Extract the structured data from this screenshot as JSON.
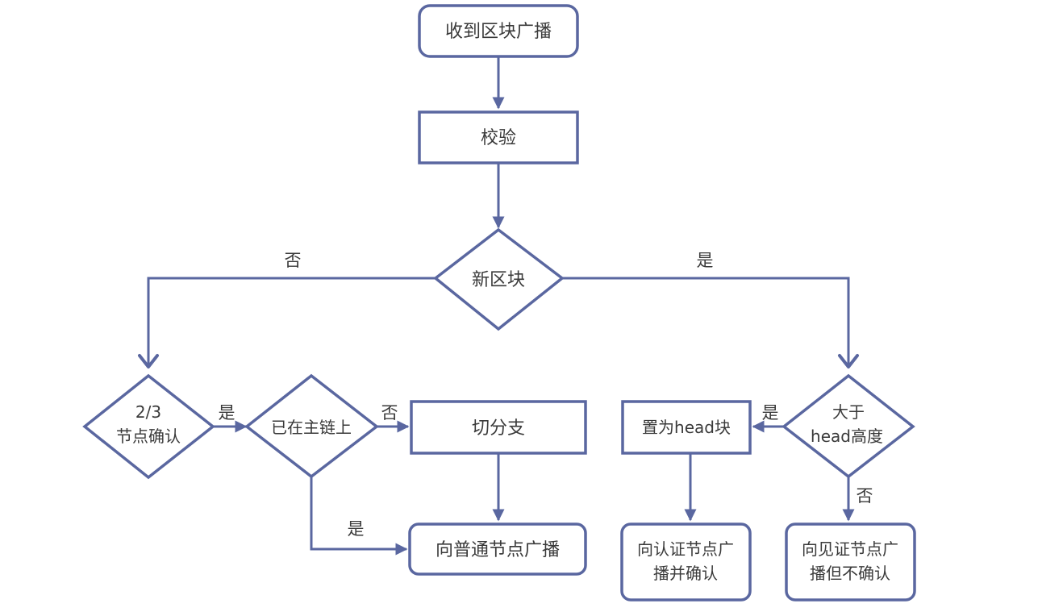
{
  "nodes": {
    "receive": "收到区块广播",
    "verify": "校验",
    "is_new_block": "新区块",
    "two_thirds_line1": "2/3",
    "two_thirds_line2": "节点确认",
    "on_main_chain": "已在主链上",
    "switch_branch": "切分支",
    "broadcast_normal": "向普通节点广播",
    "set_head": "置为head块",
    "gt_head_line1": "大于",
    "gt_head_line2": "head高度",
    "broadcast_cert_line1": "向认证节点广",
    "broadcast_cert_line2": "播并确认",
    "broadcast_witness_line1": "向见证节点广",
    "broadcast_witness_line2": "播但不确认"
  },
  "edge_labels": {
    "new_no": "否",
    "new_yes": "是",
    "confirm_yes": "是",
    "main_no": "否",
    "main_yes": "是",
    "gt_yes": "是",
    "gt_no": "否"
  }
}
